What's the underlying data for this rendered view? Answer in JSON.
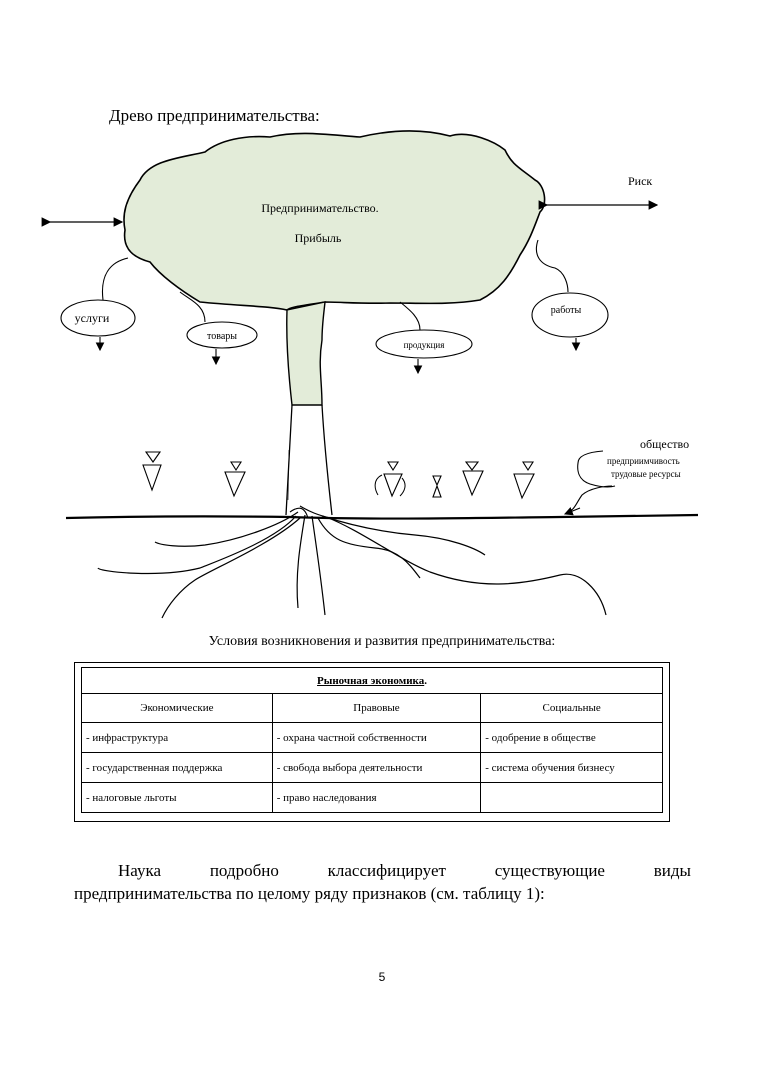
{
  "tree": {
    "title": "Древо предпринимательства:",
    "crown_line1": "Предпринимательство.",
    "crown_line2": "Прибыль",
    "risk": "Риск",
    "branches": [
      "услуги",
      "товары",
      "продукция",
      "работы"
    ],
    "society": "общество",
    "enterprise": "предприимчивость",
    "labor": "трудовые ресурсы",
    "crown_color": "#e3ecd9"
  },
  "conditions": {
    "title": "Условия возникновения и развития предпринимательства:",
    "header": "Рыночная экономика",
    "columns": [
      "Экономические",
      "Правовые",
      "Социальные"
    ],
    "rows": [
      [
        "- инфраструктура",
        "- охрана частной собственности",
        "-  одобрение в обществе"
      ],
      [
        "- государственная поддержка",
        "- свобода выбора деятельности",
        "-  система обучения бизнесу"
      ],
      [
        " - налоговые льготы",
        "- право наследования",
        ""
      ]
    ]
  },
  "paragraph": {
    "line1_words": [
      "Наука",
      "подробно",
      "классифицирует",
      "существующие",
      "виды"
    ],
    "line2": "предпринимательства по целому ряду признаков (см. таблицу 1):"
  },
  "page_number": "5"
}
